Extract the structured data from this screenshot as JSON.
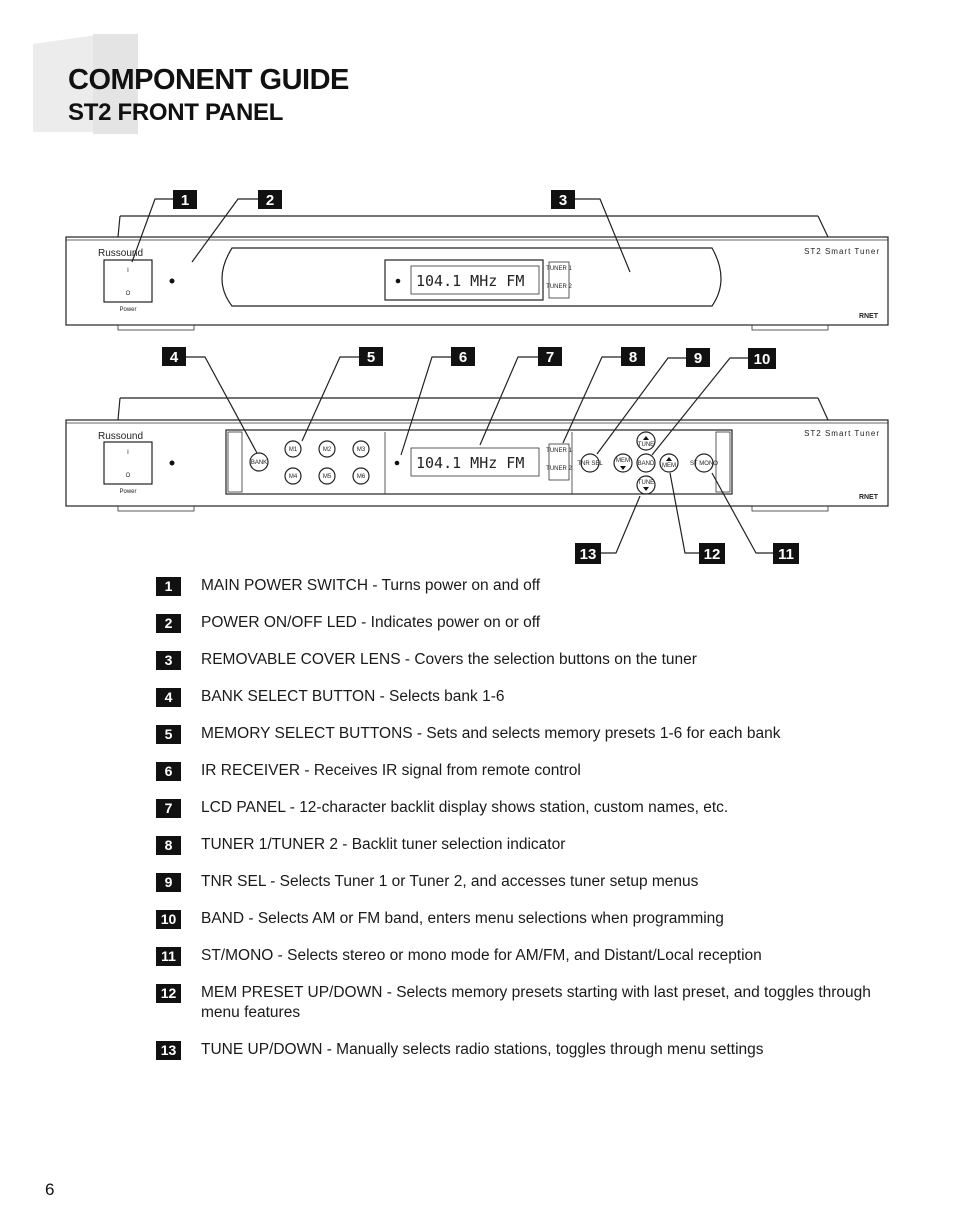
{
  "header": {
    "title": "COMPONENT GUIDE",
    "subtitle": "ST2 FRONT PANEL"
  },
  "device": {
    "brand": "Russound",
    "model": "ST2 Smart Tuner",
    "rnet": "RNET",
    "power_label": "Power",
    "power_on_symbol": "I",
    "power_off_symbol": "O",
    "lcd_text": "104.1 MHz FM",
    "tuner1": "TUNER 1",
    "tuner2": "TUNER 2",
    "bank_label": "BANK",
    "mem_buttons": [
      "M1",
      "M2",
      "M3",
      "M4",
      "M5",
      "M6"
    ],
    "tnr_sel_label": "TNR SEL",
    "mem_label": "MEM",
    "band_label": "BAND",
    "st_mono_label": "ST MONO",
    "tune_label": "TUNE"
  },
  "callouts_top": [
    "1",
    "2",
    "3"
  ],
  "callouts_bottom_upper": [
    "4",
    "5",
    "6",
    "7",
    "8",
    "9",
    "10"
  ],
  "callouts_bottom_lower": [
    "13",
    "12",
    "11"
  ],
  "legend": [
    {
      "num": "1",
      "text": "MAIN POWER SWITCH - Turns power on and off"
    },
    {
      "num": "2",
      "text": "POWER ON/OFF LED - Indicates power on or off"
    },
    {
      "num": "3",
      "text": "REMOVABLE COVER LENS - Covers the selection buttons on the tuner"
    },
    {
      "num": "4",
      "text": "BANK SELECT BUTTON - Selects bank 1-6"
    },
    {
      "num": "5",
      "text": "MEMORY SELECT BUTTONS - Sets and selects memory presets 1-6 for each bank"
    },
    {
      "num": "6",
      "text": "IR RECEIVER - Receives IR signal from remote control"
    },
    {
      "num": "7",
      "text": "LCD PANEL - 12-character backlit display shows station, custom names, etc."
    },
    {
      "num": "8",
      "text": "TUNER 1/TUNER 2 - Backlit tuner selection indicator"
    },
    {
      "num": "9",
      "text": "TNR SEL - Selects Tuner 1 or Tuner 2, and accesses tuner setup menus"
    },
    {
      "num": "10",
      "text": "BAND - Selects AM or FM band, enters menu selections when programming"
    },
    {
      "num": "11",
      "text": "ST/MONO - Selects stereo or mono mode for AM/FM, and Distant/Local reception"
    },
    {
      "num": "12",
      "text": "MEM PRESET UP/DOWN - Selects memory presets starting with last preset, and toggles through menu features"
    },
    {
      "num": "13",
      "text": "TUNE UP/DOWN - Manually selects radio stations, toggles through menu settings"
    }
  ],
  "page_number": "6"
}
